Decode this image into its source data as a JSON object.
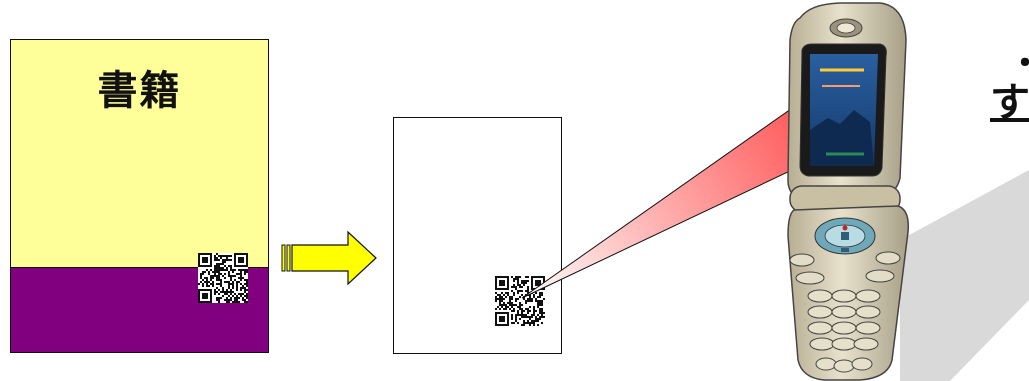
{
  "book": {
    "title": "書籍"
  },
  "annotation": {
    "bullet": "・",
    "partial_text": "す"
  },
  "colors": {
    "book_cover": "#ffff99",
    "book_band": "#800080",
    "arrow_fill": "#ffff00",
    "beam": "#ff4d4d",
    "phone_body": "#d8cfb4",
    "phone_screen": "#1e4f8a"
  },
  "icons": [
    "qr-code-icon",
    "right-arrow-icon",
    "flip-phone-icon",
    "camera-beam"
  ]
}
